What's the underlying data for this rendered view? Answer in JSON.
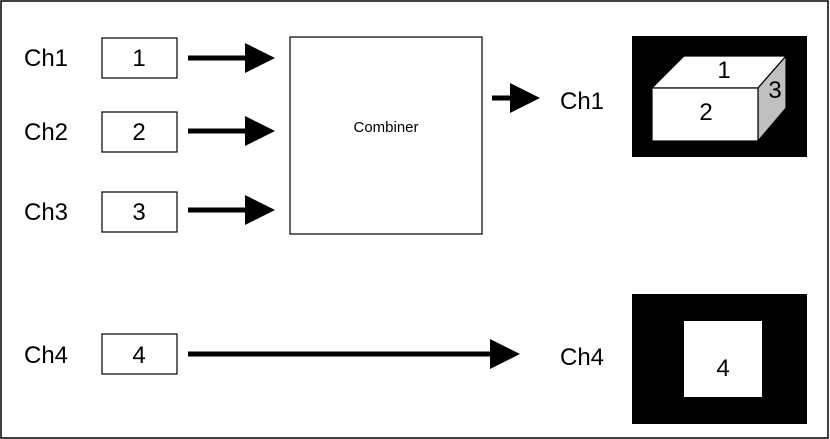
{
  "inputs": [
    {
      "channel": "Ch1",
      "value": "1"
    },
    {
      "channel": "Ch2",
      "value": "2"
    },
    {
      "channel": "Ch3",
      "value": "3"
    },
    {
      "channel": "Ch4",
      "value": "4"
    }
  ],
  "combiner": {
    "label": "Combiner"
  },
  "outputs": {
    "combined": {
      "channel": "Ch1",
      "faces": {
        "top": "1",
        "front": "2",
        "side": "3"
      }
    },
    "passthrough": {
      "channel": "Ch4",
      "value": "4"
    }
  },
  "colors": {
    "background": "#ffffff",
    "panel": "#000000",
    "side_face": "#c0c0c0",
    "stroke": "#000000"
  }
}
